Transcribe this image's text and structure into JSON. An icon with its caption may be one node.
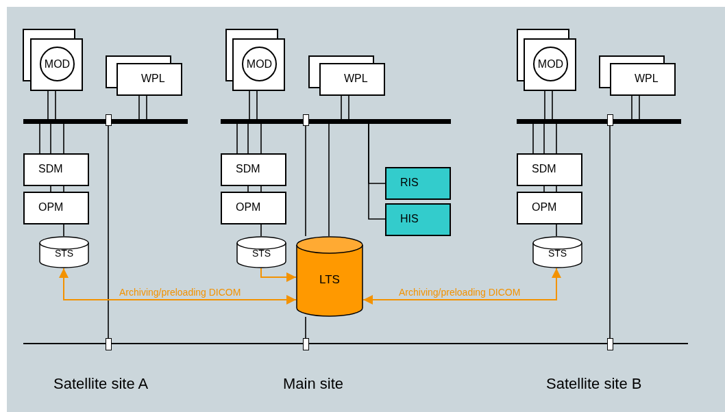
{
  "diagram": {
    "nodes": [
      {
        "text": [
          "MOD"
        ]
      },
      {
        "text": [
          "WPL"
        ]
      },
      {
        "text": [],
        "shape": "bar"
      },
      {
        "text": [],
        "shape": "box"
      },
      {
        "text": [
          "SDM"
        ]
      },
      {
        "text": [
          "OPM"
        ]
      },
      {
        "text": [
          "STS"
        ]
      },
      {
        "text": [
          "MOD"
        ]
      },
      {
        "text": [
          "WPL"
        ]
      },
      {
        "text": [],
        "shape": "bar"
      },
      {
        "text": [],
        "shape": "box"
      },
      {
        "text": [
          "SDM"
        ]
      },
      {
        "text": [
          "OPM"
        ]
      },
      {
        "text": [
          "RIS"
        ]
      },
      {
        "text": [
          "HIS"
        ]
      },
      {
        "text": [
          "STS"
        ]
      },
      {
        "text": [
          "LTS"
        ]
      },
      {
        "text": [
          "MOD"
        ]
      },
      {
        "text": [
          "WPL"
        ]
      },
      {
        "text": [],
        "shape": "bar"
      },
      {
        "text": [],
        "shape": "box"
      },
      {
        "text": [
          "SDM"
        ]
      },
      {
        "text": [
          "OPM"
        ]
      },
      {
        "text": [
          "STS"
        ]
      },
      {
        "text": [],
        "shape": "bar"
      },
      {
        "text": [],
        "shape": "box"
      },
      {
        "text": [],
        "shape": "box"
      },
      {
        "text": [],
        "shape": "box"
      }
    ],
    "edges": [
      {
        "from": 0,
        "to": 2,
        "arrow": "none"
      },
      {
        "from": 0,
        "to": 2,
        "arrow": "none"
      },
      {
        "from": 1,
        "to": 2,
        "arrow": "none"
      },
      {
        "from": 1,
        "to": 2,
        "arrow": "none"
      },
      {
        "from": 2,
        "to": 4,
        "arrow": "none"
      },
      {
        "from": 2,
        "to": 4,
        "arrow": "none"
      },
      {
        "from": 2,
        "to": 4,
        "arrow": "none"
      },
      {
        "from": 4,
        "to": 5,
        "arrow": "none"
      },
      {
        "from": 4,
        "to": 5,
        "arrow": "none"
      },
      {
        "from": 5,
        "to": 6,
        "arrow": "none"
      },
      {
        "from": 3,
        "to": 25,
        "arrow": "none"
      },
      {
        "from": 7,
        "to": 9,
        "arrow": "none"
      },
      {
        "from": 7,
        "to": 9,
        "arrow": "none"
      },
      {
        "from": 8,
        "to": 9,
        "arrow": "none"
      },
      {
        "from": 8,
        "to": 9,
        "arrow": "none"
      },
      {
        "from": 9,
        "to": 11,
        "arrow": "none"
      },
      {
        "from": 9,
        "to": 11,
        "arrow": "none"
      },
      {
        "from": 9,
        "to": 11,
        "arrow": "none"
      },
      {
        "from": 11,
        "to": 12,
        "arrow": "none"
      },
      {
        "from": 11,
        "to": 12,
        "arrow": "none"
      },
      {
        "from": 12,
        "to": 15,
        "arrow": "none"
      },
      {
        "from": 10,
        "to": 16,
        "arrow": "none"
      },
      {
        "from": 16,
        "to": 26,
        "arrow": "none"
      },
      {
        "from": 9,
        "to": 16,
        "arrow": "none"
      },
      {
        "from": 9,
        "to": 13,
        "arrow": "none"
      },
      {
        "from": 9,
        "to": 14,
        "arrow": "none"
      },
      {
        "from": 15,
        "to": 16,
        "arrow": "to",
        "color": "#f39200"
      },
      {
        "from": 6,
        "to": 16,
        "arrow": "both",
        "label": "Archiving/preloading DICOM",
        "color": "#f39200"
      },
      {
        "from": 16,
        "to": 23,
        "arrow": "both",
        "label": "Archiving/preloading DICOM",
        "color": "#f39200"
      },
      {
        "from": 17,
        "to": 19,
        "arrow": "none"
      },
      {
        "from": 17,
        "to": 19,
        "arrow": "none"
      },
      {
        "from": 18,
        "to": 19,
        "arrow": "none"
      },
      {
        "from": 18,
        "to": 19,
        "arrow": "none"
      },
      {
        "from": 19,
        "to": 21,
        "arrow": "none"
      },
      {
        "from": 19,
        "to": 21,
        "arrow": "none"
      },
      {
        "from": 19,
        "to": 21,
        "arrow": "none"
      },
      {
        "from": 21,
        "to": 22,
        "arrow": "none"
      },
      {
        "from": 21,
        "to": 22,
        "arrow": "none"
      },
      {
        "from": 22,
        "to": 23,
        "arrow": "none"
      },
      {
        "from": 20,
        "to": 27,
        "arrow": "none"
      }
    ],
    "labels": [
      "Satellite site A",
      "Main site",
      "Satellite site B"
    ]
  }
}
